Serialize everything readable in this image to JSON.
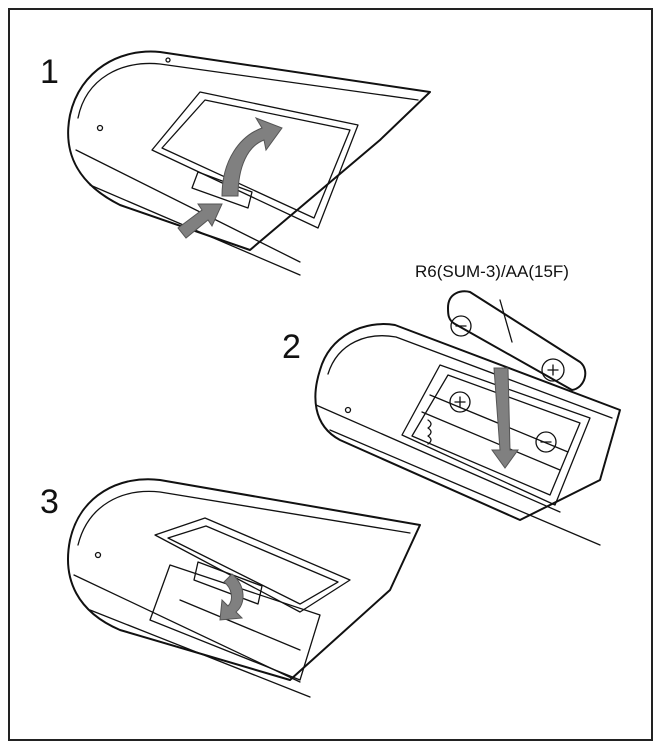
{
  "steps": [
    {
      "number": "1"
    },
    {
      "number": "2"
    },
    {
      "number": "3"
    }
  ],
  "battery": {
    "label": "R6(SUM-3)/AA(15F)",
    "plus_symbol": "+",
    "minus_symbol": "−"
  },
  "colors": {
    "line": "#111111",
    "arrow": "#808080",
    "frame": "#222222"
  }
}
